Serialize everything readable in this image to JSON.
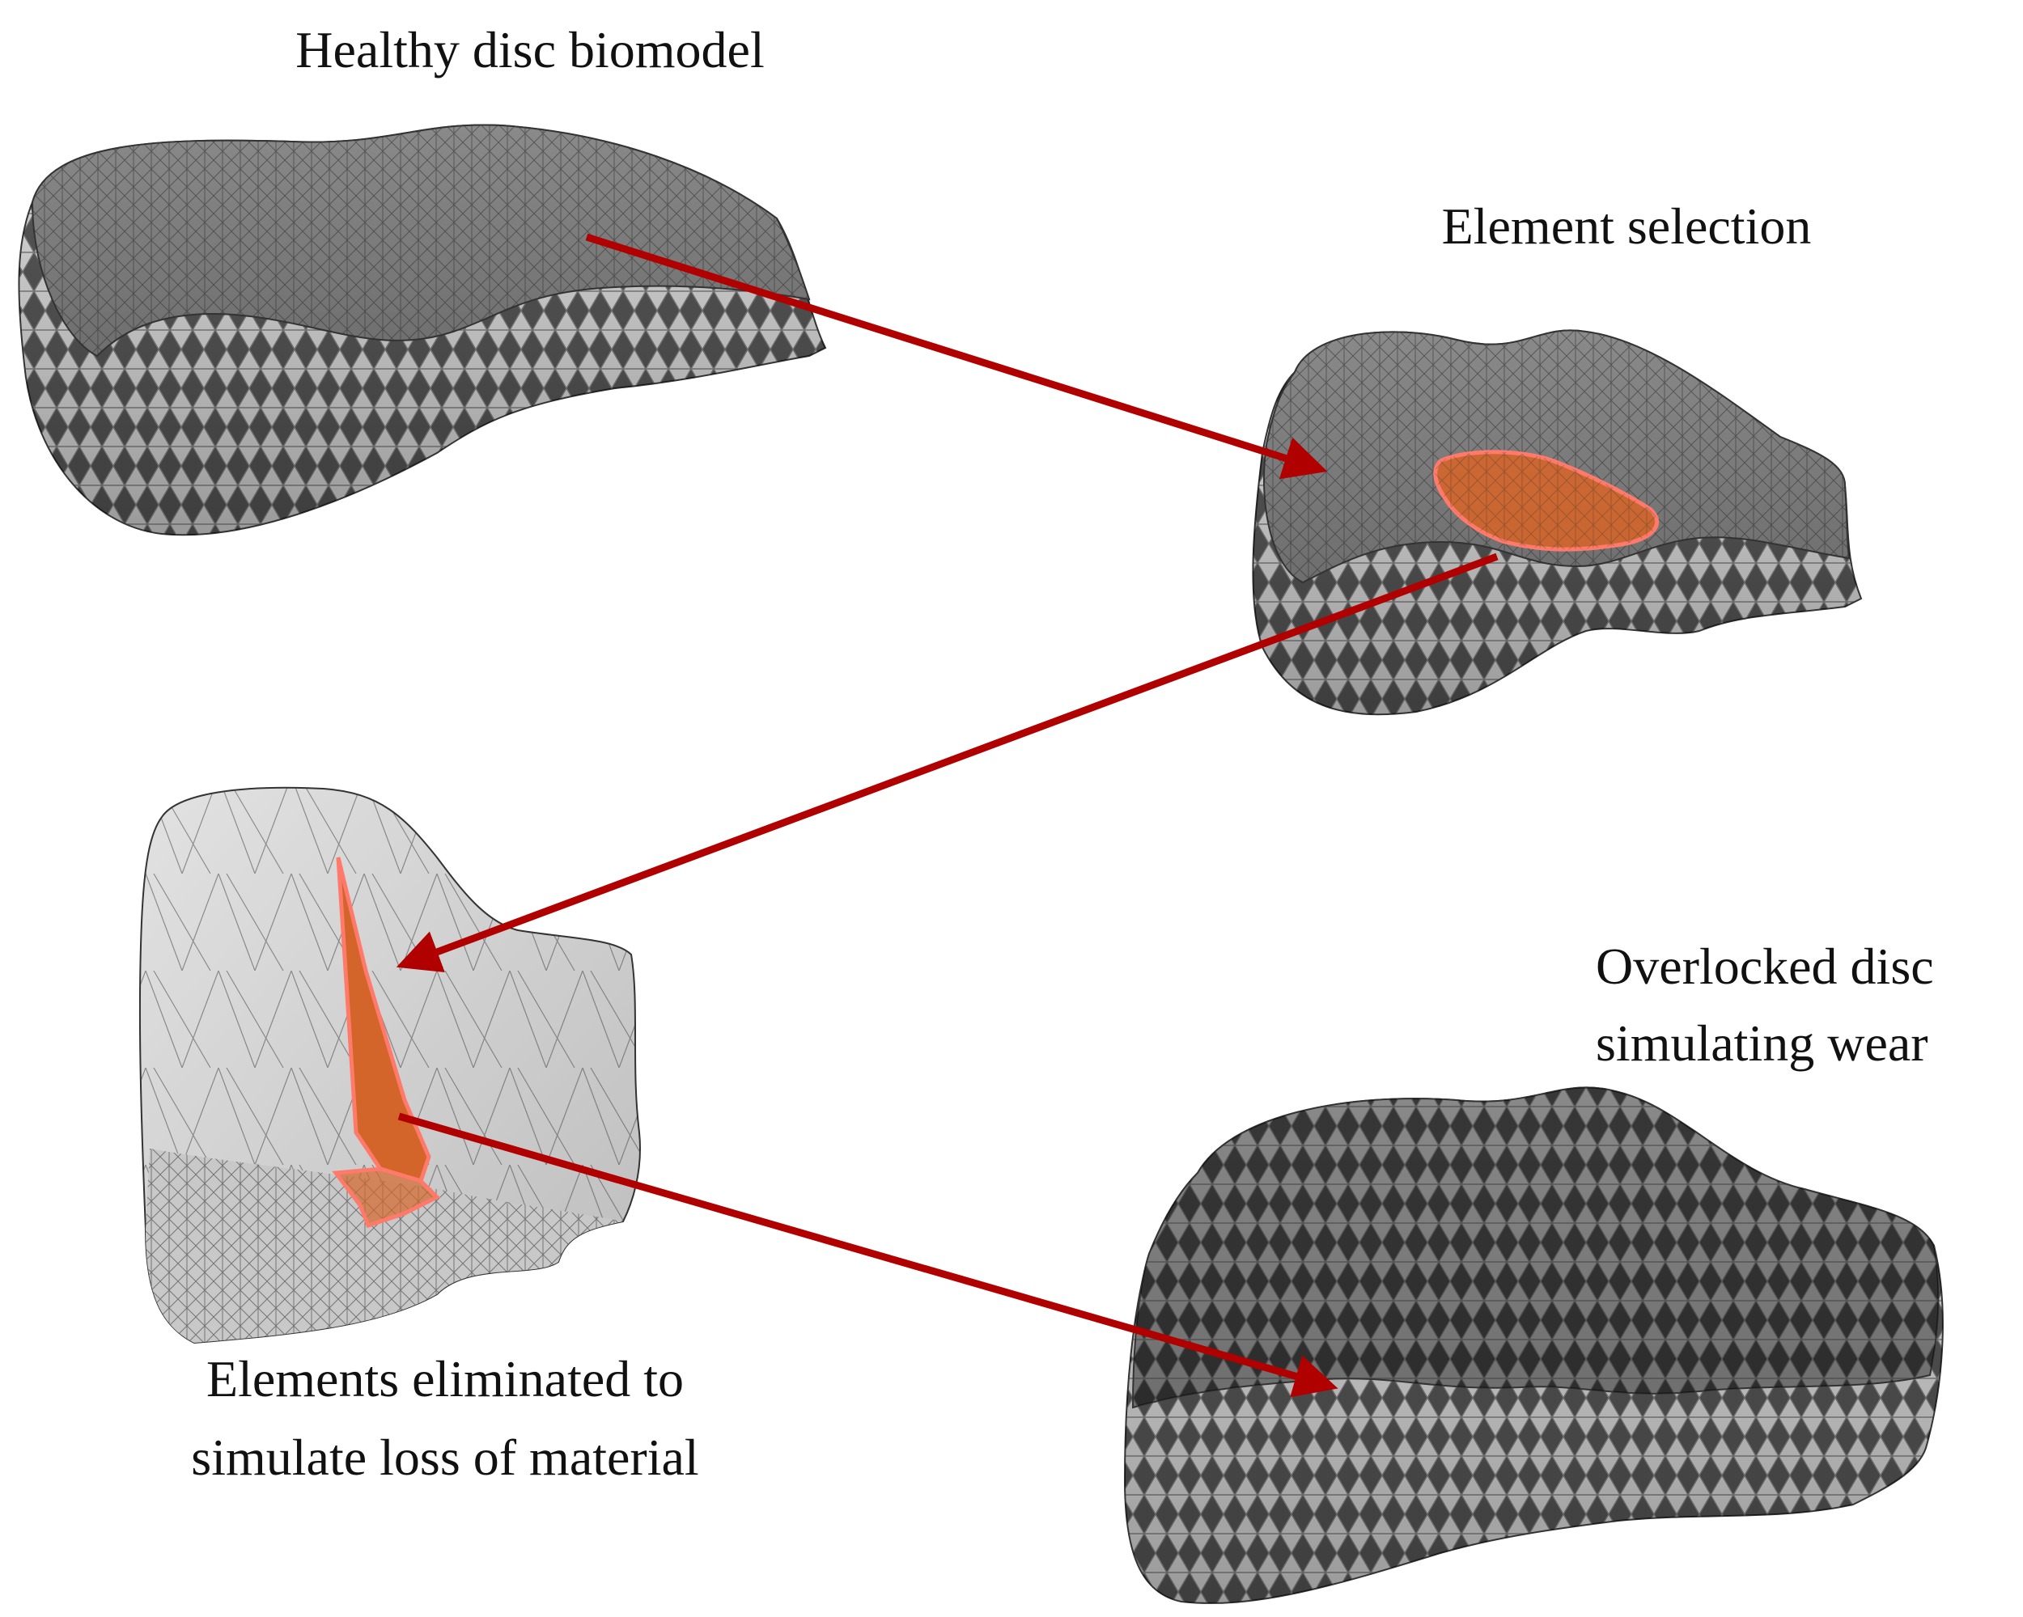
{
  "labels": {
    "healthy": "Healthy disc biomodel",
    "selection": "Element selection",
    "overlocked_line1": "Overlocked disc",
    "overlocked_line2": "simulating wear",
    "eliminated_line1": "Elements eliminated to",
    "eliminated_line2": "simulate loss of material"
  },
  "colors": {
    "arrow": "#b00000",
    "mesh_dark": "#7d7d7d",
    "mesh_light": "#d6d6d6",
    "mesh_line": "#2e2e2e",
    "selection_fill": "#d4652a",
    "selection_edge": "#ff7a6a"
  }
}
